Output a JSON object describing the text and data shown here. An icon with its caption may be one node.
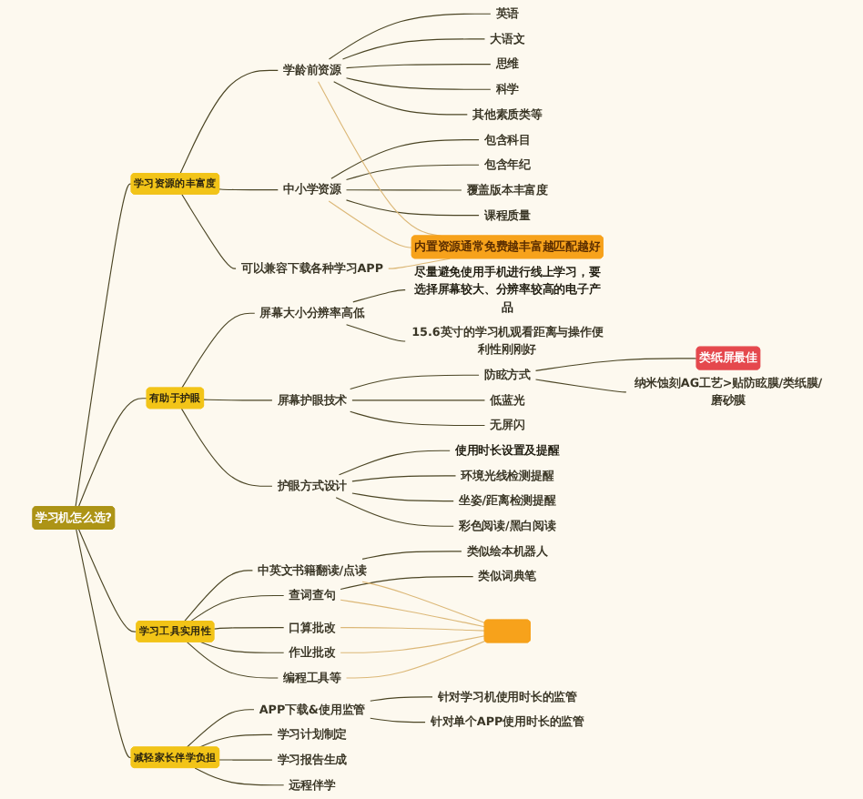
{
  "diagram": {
    "nodes": [
      {
        "text": [
          "学习机怎么选?"
        ]
      },
      {
        "text": [
          "学习资源的丰富度"
        ]
      },
      {
        "text": [
          "学龄前资源"
        ]
      },
      {
        "text": [
          "英语"
        ]
      },
      {
        "text": [
          "大语文"
        ]
      },
      {
        "text": [
          "思维"
        ]
      },
      {
        "text": [
          "科学"
        ]
      },
      {
        "text": [
          "其他素质类等"
        ]
      },
      {
        "text": [
          "中小学资源"
        ]
      },
      {
        "text": [
          "包含科目"
        ]
      },
      {
        "text": [
          "包含年纪"
        ]
      },
      {
        "text": [
          "覆盖版本丰富度"
        ]
      },
      {
        "text": [
          "课程质量"
        ]
      },
      {
        "text": [
          "可以兼容下载各种学习APP"
        ]
      },
      {
        "text": [
          "内置资源通常免费越丰富越匹配越好"
        ]
      },
      {
        "text": [
          "有助于护眼"
        ]
      },
      {
        "text": [
          "屏幕大小分辨率高低"
        ]
      },
      {
        "text": [
          "尽量避免使用手机进行线上学习，要选择屏幕较大、分辨率较高的电子产品"
        ]
      },
      {
        "text": [
          "15.6英寸的学习机观看距离与操作便利性刚刚好"
        ]
      },
      {
        "text": [
          "屏幕护眼技术"
        ]
      },
      {
        "text": [
          "防眩方式"
        ]
      },
      {
        "text": [
          "类纸屏最佳"
        ]
      },
      {
        "text": [
          "纳米蚀刻AG工艺>贴防眩膜/类纸膜/磨砂膜"
        ]
      },
      {
        "text": [
          "低蓝光"
        ]
      },
      {
        "text": [
          "无屏闪"
        ]
      },
      {
        "text": [
          "护眼方式设计"
        ]
      },
      {
        "text": [
          "使用时长设置及提醒"
        ]
      },
      {
        "text": [
          "环境光线检测提醒"
        ]
      },
      {
        "text": [
          "坐姿/距离检测提醒"
        ]
      },
      {
        "text": [
          "彩色阅读/黑白阅读"
        ]
      },
      {
        "text": [
          "学习工具实用性"
        ]
      },
      {
        "text": [
          "中英文书籍翻读/点读"
        ]
      },
      {
        "text": [
          "类似绘本机器人"
        ]
      },
      {
        "text": [
          "查词查句"
        ]
      },
      {
        "text": [
          "类似词典笔"
        ]
      },
      {
        "text": [
          "口算批改"
        ]
      },
      {
        "text": [
          "作业批改"
        ]
      },
      {
        "text": [
          "编程工具等"
        ]
      },
      {
        "text": [],
        "shape": "box"
      },
      {
        "text": [
          "减轻家长伴学负担"
        ]
      },
      {
        "text": [
          "APP下载&使用监管"
        ]
      },
      {
        "text": [
          "针对学习机使用时长的监管"
        ]
      },
      {
        "text": [
          "针对单个APP使用时长的监管"
        ]
      },
      {
        "text": [
          "学习计划制定"
        ]
      },
      {
        "text": [
          "学习报告生成"
        ]
      },
      {
        "text": [
          "远程伴学"
        ]
      }
    ],
    "edges": [
      {
        "from": 0,
        "to": 1,
        "arrow": "none"
      },
      {
        "from": 1,
        "to": 2,
        "arrow": "none"
      },
      {
        "from": 2,
        "to": 3,
        "arrow": "none"
      },
      {
        "from": 2,
        "to": 4,
        "arrow": "none"
      },
      {
        "from": 2,
        "to": 5,
        "arrow": "none"
      },
      {
        "from": 2,
        "to": 6,
        "arrow": "none"
      },
      {
        "from": 2,
        "to": 7,
        "arrow": "none"
      },
      {
        "from": 1,
        "to": 8,
        "arrow": "none"
      },
      {
        "from": 8,
        "to": 9,
        "arrow": "none"
      },
      {
        "from": 8,
        "to": 10,
        "arrow": "none"
      },
      {
        "from": 8,
        "to": 11,
        "arrow": "none"
      },
      {
        "from": 8,
        "to": 12,
        "arrow": "none"
      },
      {
        "from": 1,
        "to": 13,
        "arrow": "none"
      },
      {
        "from": 2,
        "to": 14,
        "arrow": "none",
        "color": "#dcb878"
      },
      {
        "from": 8,
        "to": 14,
        "arrow": "none",
        "color": "#dcb878"
      },
      {
        "from": 13,
        "to": 14,
        "arrow": "none",
        "color": "#dcb878"
      },
      {
        "from": 0,
        "to": 15,
        "arrow": "none"
      },
      {
        "from": 15,
        "to": 16,
        "arrow": "none"
      },
      {
        "from": 16,
        "to": 17,
        "arrow": "none"
      },
      {
        "from": 16,
        "to": 18,
        "arrow": "none"
      },
      {
        "from": 15,
        "to": 19,
        "arrow": "none"
      },
      {
        "from": 19,
        "to": 20,
        "arrow": "none"
      },
      {
        "from": 20,
        "to": 21,
        "arrow": "none"
      },
      {
        "from": 20,
        "to": 22,
        "arrow": "none"
      },
      {
        "from": 19,
        "to": 23,
        "arrow": "none"
      },
      {
        "from": 19,
        "to": 24,
        "arrow": "none"
      },
      {
        "from": 15,
        "to": 25,
        "arrow": "none"
      },
      {
        "from": 25,
        "to": 26,
        "arrow": "none"
      },
      {
        "from": 25,
        "to": 27,
        "arrow": "none"
      },
      {
        "from": 25,
        "to": 28,
        "arrow": "none"
      },
      {
        "from": 25,
        "to": 29,
        "arrow": "none"
      },
      {
        "from": 0,
        "to": 30,
        "arrow": "none"
      },
      {
        "from": 30,
        "to": 31,
        "arrow": "none"
      },
      {
        "from": 31,
        "to": 32,
        "arrow": "none"
      },
      {
        "from": 30,
        "to": 33,
        "arrow": "none"
      },
      {
        "from": 33,
        "to": 34,
        "arrow": "none"
      },
      {
        "from": 30,
        "to": 35,
        "arrow": "none"
      },
      {
        "from": 30,
        "to": 36,
        "arrow": "none"
      },
      {
        "from": 30,
        "to": 37,
        "arrow": "none"
      },
      {
        "from": 31,
        "to": 38,
        "arrow": "none",
        "color": "#dcb878"
      },
      {
        "from": 33,
        "to": 38,
        "arrow": "none",
        "color": "#dcb878"
      },
      {
        "from": 35,
        "to": 38,
        "arrow": "none",
        "color": "#dcb878"
      },
      {
        "from": 36,
        "to": 38,
        "arrow": "none",
        "color": "#dcb878"
      },
      {
        "from": 37,
        "to": 38,
        "arrow": "none",
        "color": "#dcb878"
      },
      {
        "from": 0,
        "to": 39,
        "arrow": "none"
      },
      {
        "from": 39,
        "to": 40,
        "arrow": "none"
      },
      {
        "from": 40,
        "to": 41,
        "arrow": "none"
      },
      {
        "from": 40,
        "to": 42,
        "arrow": "none"
      },
      {
        "from": 39,
        "to": 43,
        "arrow": "none"
      },
      {
        "from": 39,
        "to": 44,
        "arrow": "none"
      },
      {
        "from": 39,
        "to": 45,
        "arrow": "none"
      }
    ]
  }
}
